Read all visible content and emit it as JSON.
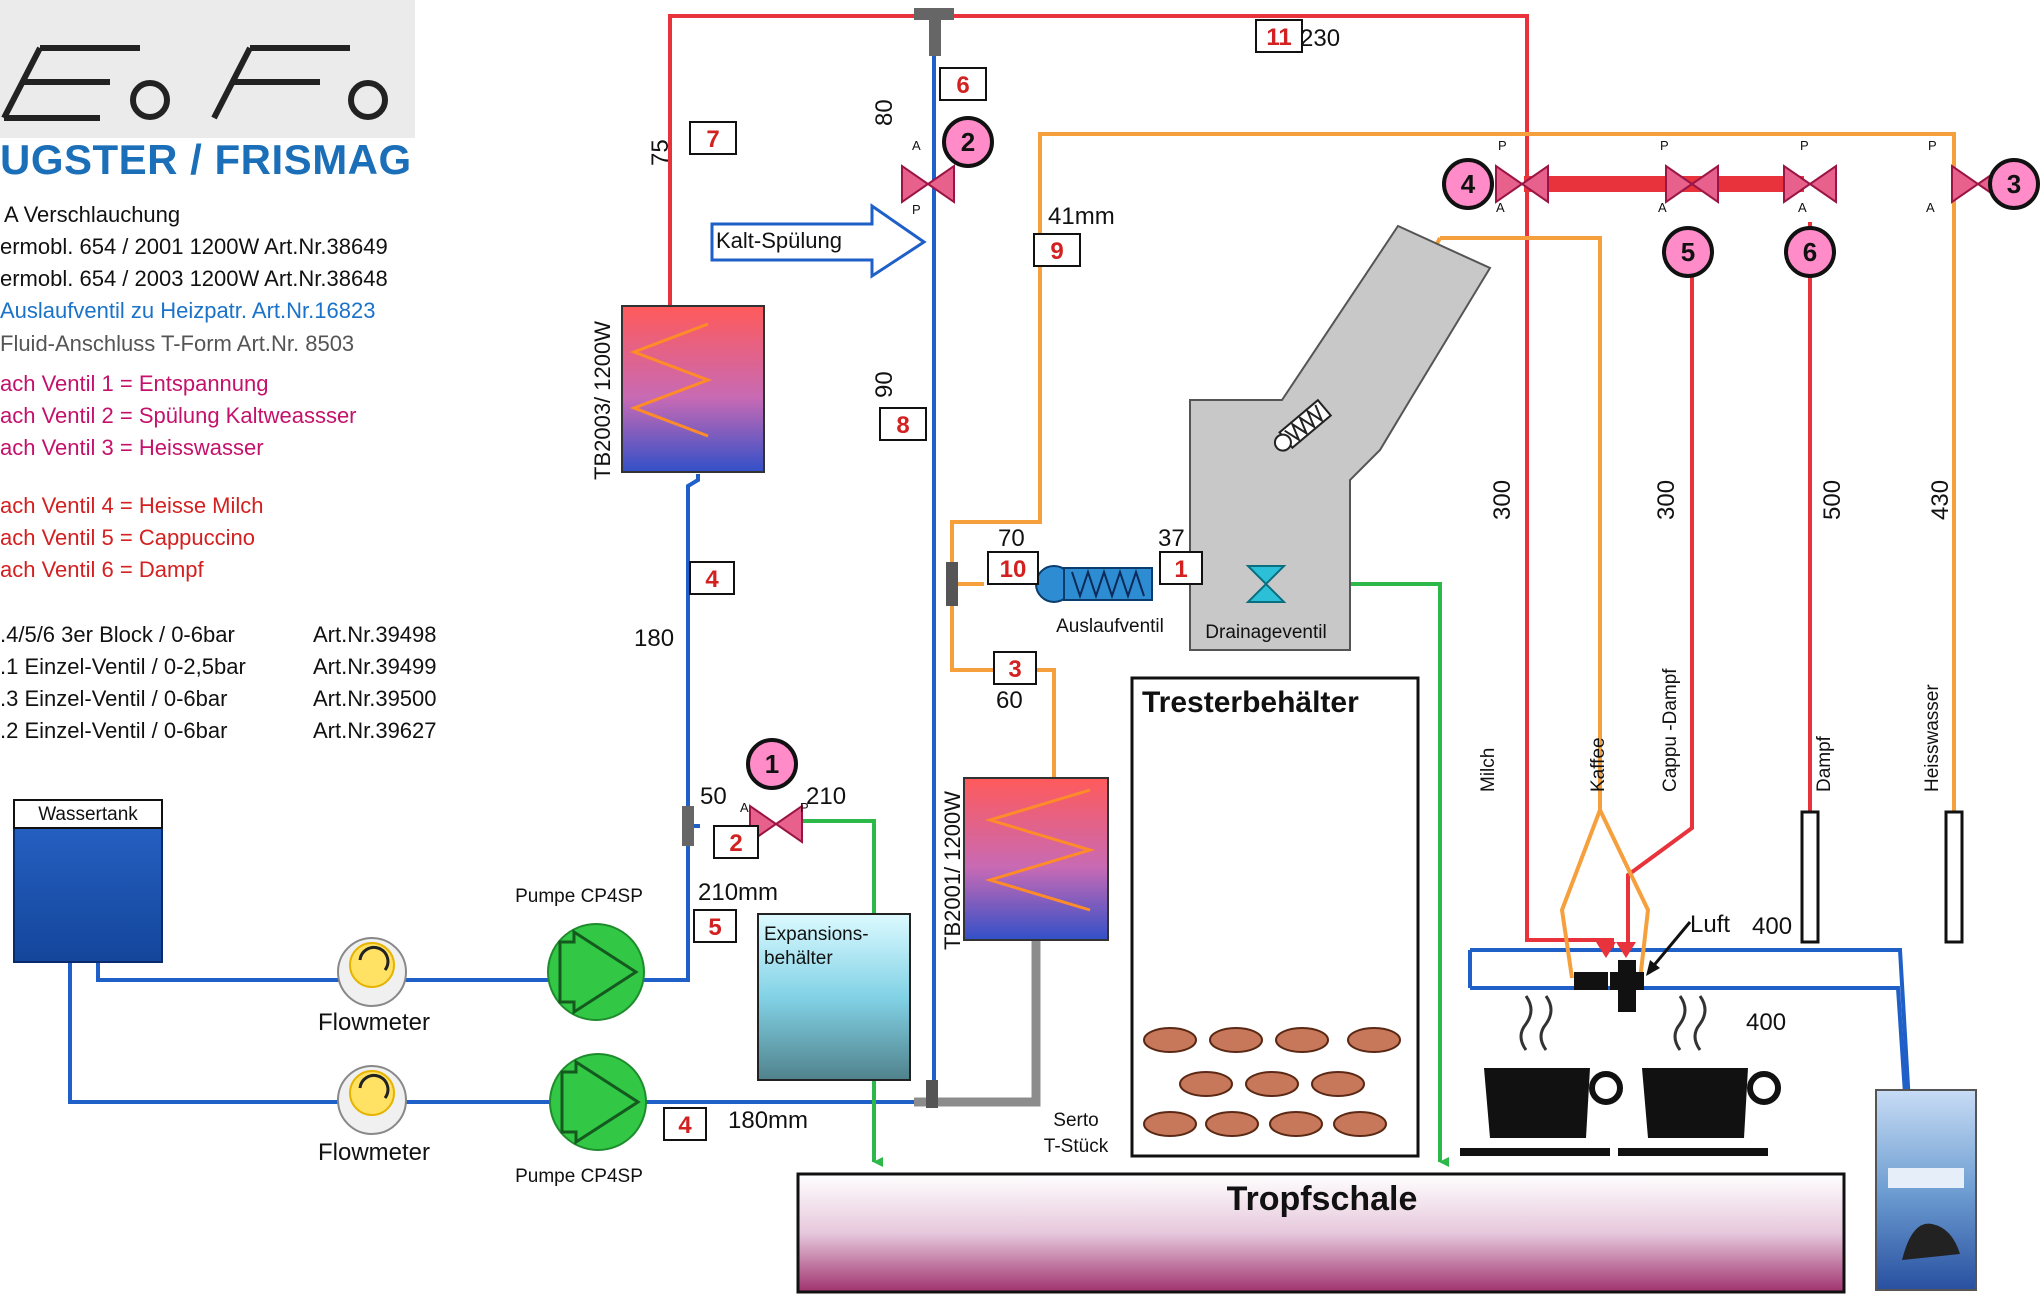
{
  "colors": {
    "hot_line": "#e8323c",
    "cold_line": "#1e5fc8",
    "orange_line": "#f5a03c",
    "green_line": "#2db84a",
    "valve_pink": "#e8608c",
    "tank_blue": "#1a55b5",
    "pump_green": "#32c846",
    "brand_blue": "#1b6fb8"
  },
  "legend": {
    "brand": "UGSTER / FRISMAG",
    "lines": [
      {
        "text": "A Verschlauchung",
        "color": "black"
      },
      {
        "text": "ermobl. 654 / 2001 1200W  Art.Nr.38649",
        "color": "black"
      },
      {
        "text": "ermobl. 654 / 2003 1200W  Art.Nr.38648",
        "color": "black"
      },
      {
        "text": " Auslaufventil zu Heizpatr.   Art.Nr.16823",
        "color": "blue"
      },
      {
        "text": " Fluid-Anschluss T-Form     Art.Nr.  8503",
        "color": "grey"
      },
      {
        "text": "ach Ventil 1 = Entspannung",
        "color": "magenta"
      },
      {
        "text": "ach Ventil 2 = Spülung Kaltweassser",
        "color": "magenta"
      },
      {
        "text": "ach Ventil 3 = Heisswasser",
        "color": "magenta"
      },
      {
        "text": "ach Ventil 4 = Heisse Milch",
        "color": "red"
      },
      {
        "text": "ach Ventil 5 = Cappuccino",
        "color": "red"
      },
      {
        "text": "ach Ventil 6 = Dampf",
        "color": "red"
      }
    ],
    "parts": [
      {
        "name": ".4/5/6 3er Block / 0-6bar",
        "art": "Art.Nr.39498"
      },
      {
        "name": ".1 Einzel-Ventil / 0-2,5bar",
        "art": "Art.Nr.39499"
      },
      {
        "name": ".3 Einzel-Ventil / 0-6bar",
        "art": "Art.Nr.39500"
      },
      {
        "name": ".2 Einzel-Ventil / 0-6bar",
        "art": "Art.Nr.39627"
      }
    ]
  },
  "components": {
    "wassertank": "Wassertank",
    "flowmeter": "Flowmeter",
    "pump": "Pumpe CP4SP",
    "heater_top": "TB2003/ 1200W",
    "heater_bottom": "TB2001/ 1200W",
    "expansion_1": "Expansions-",
    "expansion_2": "behälter",
    "kalt_spuelung": "Kalt-Spülung",
    "auslaufventil": "Auslaufventil",
    "drainageventil": "Drainageventil",
    "trester": "Tresterbehälter",
    "tropfschale": "Tropfschale",
    "serto_1": "Serto",
    "serto_2": "T-Stück",
    "luft": "Luft",
    "outlets": [
      "Milch",
      "Kaffee",
      "Cappu -Dampf",
      "Dampf",
      "Heisswasser"
    ]
  },
  "hose_numbers": [
    "1",
    "2",
    "3",
    "4",
    "4",
    "5",
    "6",
    "7",
    "8",
    "9",
    "10",
    "11"
  ],
  "valve_numbers": [
    "1",
    "2",
    "3",
    "4",
    "5",
    "6"
  ],
  "valve_ports": {
    "p": "P",
    "a": "A"
  },
  "dimensions": {
    "d230": "230",
    "d75": "75",
    "d80": "80",
    "d41": "41mm",
    "d90": "90",
    "d180": "180",
    "d70": "70",
    "d37": "37",
    "d60": "60",
    "d50": "50",
    "d210": "210",
    "d210mm": "210mm",
    "d180mm": "180mm",
    "d300a": "300",
    "d300b": "300",
    "d500": "500",
    "d430": "430",
    "d400a": "400",
    "d400b": "400"
  }
}
